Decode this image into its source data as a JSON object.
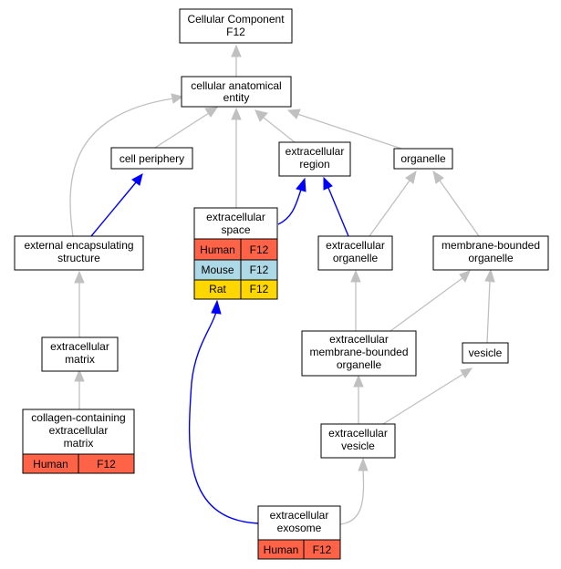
{
  "nodes": {
    "root": [
      "Cellular Component",
      "F12"
    ],
    "cae": [
      "cellular anatomical",
      "entity"
    ],
    "cell_periphery": [
      "cell periphery"
    ],
    "extracellular_region": [
      "extracellular",
      "region"
    ],
    "organelle": [
      "organelle"
    ],
    "external_encapsulating": [
      "external encapsulating",
      "structure"
    ],
    "extracellular_space": [
      "extracellular",
      "space"
    ],
    "extracellular_organelle": [
      "extracellular",
      "organelle"
    ],
    "membrane_bounded_organelle": [
      "membrane-bounded",
      "organelle"
    ],
    "extracellular_matrix": [
      "extracellular",
      "matrix"
    ],
    "ec_membrane_bounded_organelle": [
      "extracellular",
      "membrane-bounded",
      "organelle"
    ],
    "vesicle": [
      "vesicle"
    ],
    "collagen_matrix": [
      "collagen-containing",
      "extracellular",
      "matrix"
    ],
    "extracellular_vesicle": [
      "extracellular",
      "vesicle"
    ],
    "exosome": [
      "extracellular",
      "exosome"
    ]
  },
  "annotations": {
    "extracellular_space": [
      {
        "species": "Human",
        "gene": "F12",
        "color": "#ff6347"
      },
      {
        "species": "Mouse",
        "gene": "F12",
        "color": "#add8e6"
      },
      {
        "species": "Rat",
        "gene": "F12",
        "color": "#ffd700"
      }
    ],
    "collagen_matrix": [
      {
        "species": "Human",
        "gene": "F12",
        "color": "#ff6347"
      }
    ],
    "exosome": [
      {
        "species": "Human",
        "gene": "F12",
        "color": "#ff6347"
      }
    ]
  },
  "colors": {
    "is_a_edge": "#c0c0c0",
    "part_of_edge": "#0000ff"
  }
}
